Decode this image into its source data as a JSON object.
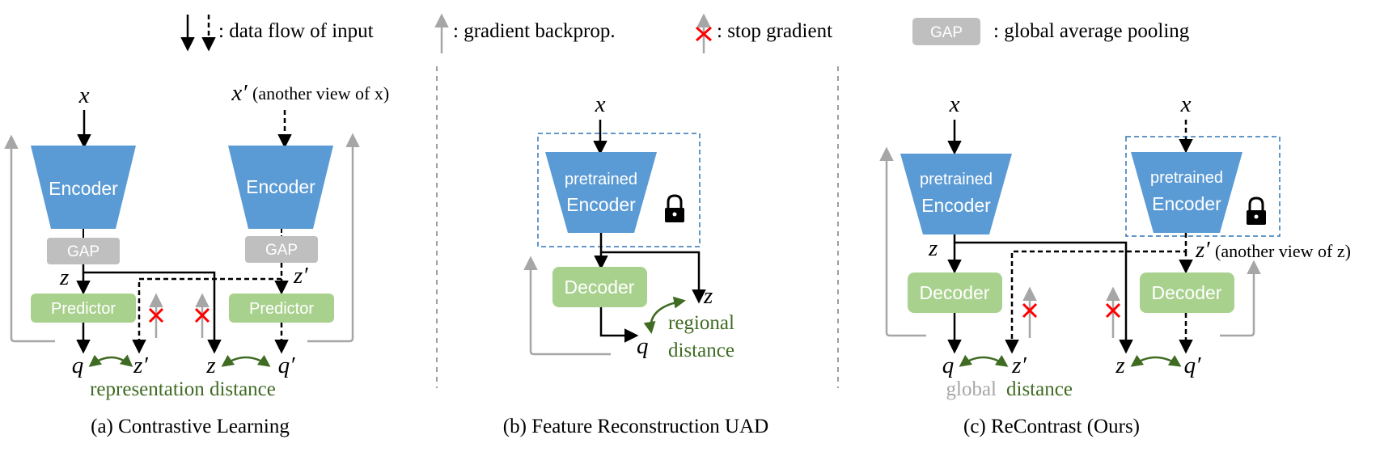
{
  "legend": {
    "data_flow": ": data flow of input",
    "gradient": ": gradient backprop.",
    "stop_gradient": ": stop gradient",
    "gap_box": "GAP",
    "gap_desc": ":  global average pooling"
  },
  "panel_a": {
    "input_x": "x",
    "input_x_prime": "x′",
    "another_view": "(another view of x)",
    "encoder_left": "Encoder",
    "encoder_right": "Encoder",
    "gap_left": "GAP",
    "gap_right": "GAP",
    "predictor_left": "Predictor",
    "predictor_right": "Predictor",
    "z": "z",
    "z_prime": "z′",
    "q": "q",
    "q_prime": "q′",
    "out_z_prime": "z′",
    "out_z": "z",
    "distance": "representation  distance",
    "caption": "(a) Contrastive  Learning"
  },
  "panel_b": {
    "input_x": "x",
    "encoder_line1": "pretrained",
    "encoder_line2": "Encoder",
    "decoder": "Decoder",
    "z": "z",
    "q": "q",
    "distance_line1": "regional",
    "distance_line2": "distance",
    "caption": "(b) Feature  Reconstruction  UAD"
  },
  "panel_c": {
    "input_x_left": "x",
    "input_x_right": "x",
    "encoder_left_line1": "pretrained",
    "encoder_left_line2": "Encoder",
    "encoder_right_line1": "pretrained",
    "encoder_right_line2": "Encoder",
    "decoder_left": "Decoder",
    "decoder_right": "Decoder",
    "z": "z",
    "z_prime": "z′",
    "another_view": "(another view of z)",
    "q": "q",
    "out_z_prime": "z′",
    "out_z": "z",
    "q_prime": "q′",
    "distance_gray": "global",
    "distance_green": "distance",
    "caption": "(c) ReContrast (Ours)"
  },
  "colors": {
    "encoder": "#5b9bd5",
    "gap": "#bfbfbf",
    "predictor": "#a9d18e",
    "gradient": "#a6a6a6",
    "stop": "#ff0000",
    "distance": "#3f6b22",
    "dashed_box": "#2e75b6"
  }
}
